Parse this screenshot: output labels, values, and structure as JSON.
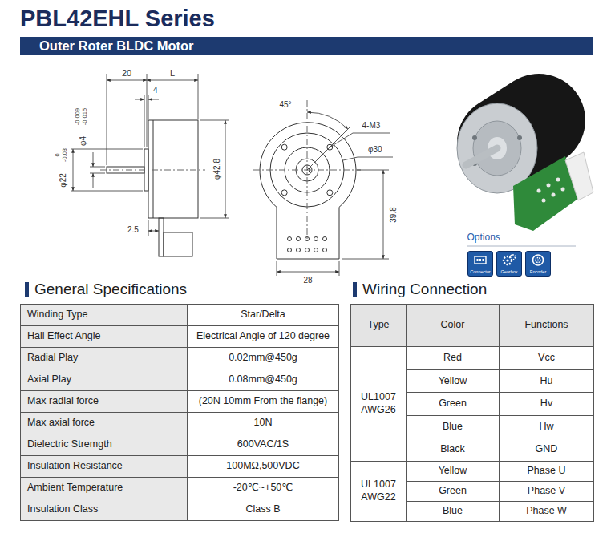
{
  "diagram": {
    "title": "PBL42EHL Series",
    "nodes": [
      {
        "text": [
          "Outer Roter BLDC Motor"
        ]
      },
      {
        "text": [
          "Connector"
        ]
      },
      {
        "text": [
          "Gearbox"
        ]
      },
      {
        "text": [
          "Encoder"
        ]
      }
    ],
    "labels": [
      "20",
      "L",
      "4",
      "φ4",
      "-0.009",
      "-0.015",
      "φ22",
      "0",
      "-0.03",
      "φ42.8",
      "2.5",
      "45°",
      "4-M3",
      "φ30",
      "39.8",
      "28",
      "Options",
      "General Specifications",
      "Winding Type",
      "Star/Delta",
      "Hall Effect Angle",
      "Electrical Angle of 120 degree",
      "Radial Play",
      "0.02mm@450g",
      "Axial Play",
      "0.08mm@450g",
      "Max radial force",
      "(20N 10mm From the flange)",
      "Max axial force",
      "10N",
      "Dielectric Stremgth",
      "600VAC/1S",
      "Insulation Resistance",
      "100MΩ,500VDC",
      "Ambient Temperature",
      "-20℃~+50℃",
      "Insulation Class",
      "Class B",
      "Wiring Connection",
      "Type",
      "Color",
      "Functions",
      "UL1007 AWG26",
      "Red",
      "Vcc",
      "Yellow",
      "Hu",
      "Green",
      "Hv",
      "Blue",
      "Hw",
      "Black",
      "GND",
      "UL1007 AWG22",
      "Yellow",
      "Phase U",
      "Green",
      "Phase V",
      "Blue",
      "Phase W"
    ]
  }
}
